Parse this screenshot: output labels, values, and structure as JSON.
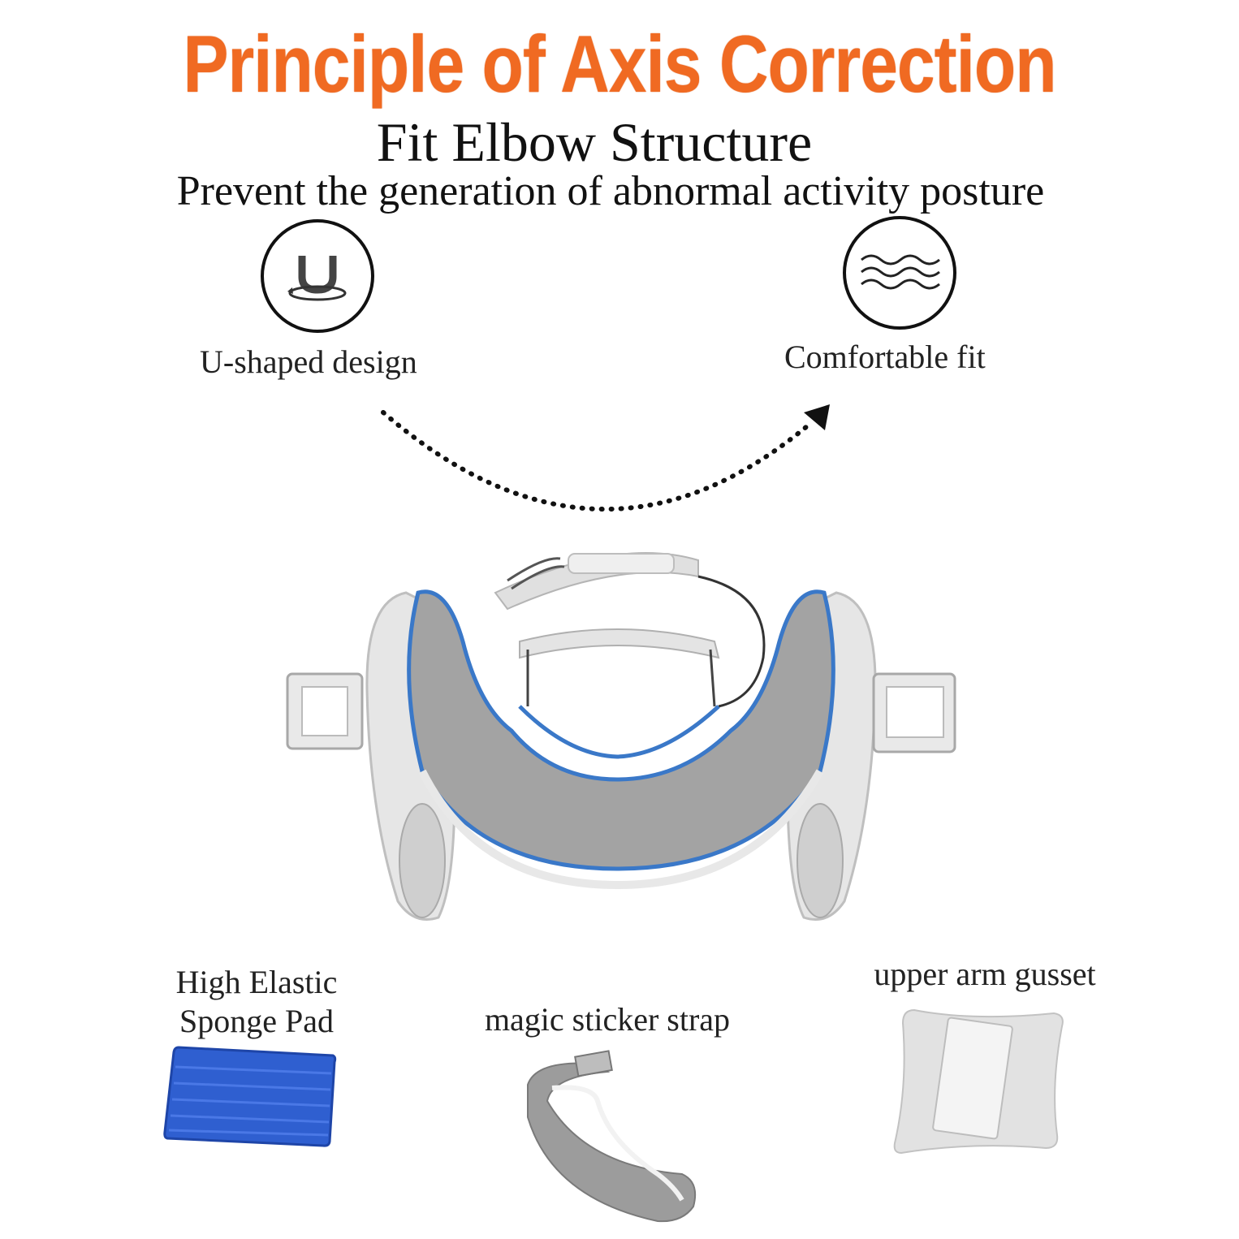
{
  "header": {
    "title": "Principle of Axis Correction",
    "subtitle": "Fit Elbow Structure",
    "tagline": "Prevent the generation of abnormal activity posture"
  },
  "features": [
    {
      "label": "U-shaped design",
      "icon": "u-shape-icon"
    },
    {
      "label": "Comfortable fit",
      "icon": "wave-icon"
    }
  ],
  "components": [
    {
      "label_line1": "High Elastic",
      "label_line2": "Sponge Pad",
      "icon": "sponge-pad"
    },
    {
      "label": "magic sticker strap",
      "icon": "strap"
    },
    {
      "label": "upper arm gusset",
      "icon": "gusset"
    }
  ],
  "colors": {
    "title": "#f06a22",
    "pad_blue": "#2f5fd0",
    "fabric_gray": "#9a9a9a",
    "trim_blue": "#3a78c8"
  }
}
